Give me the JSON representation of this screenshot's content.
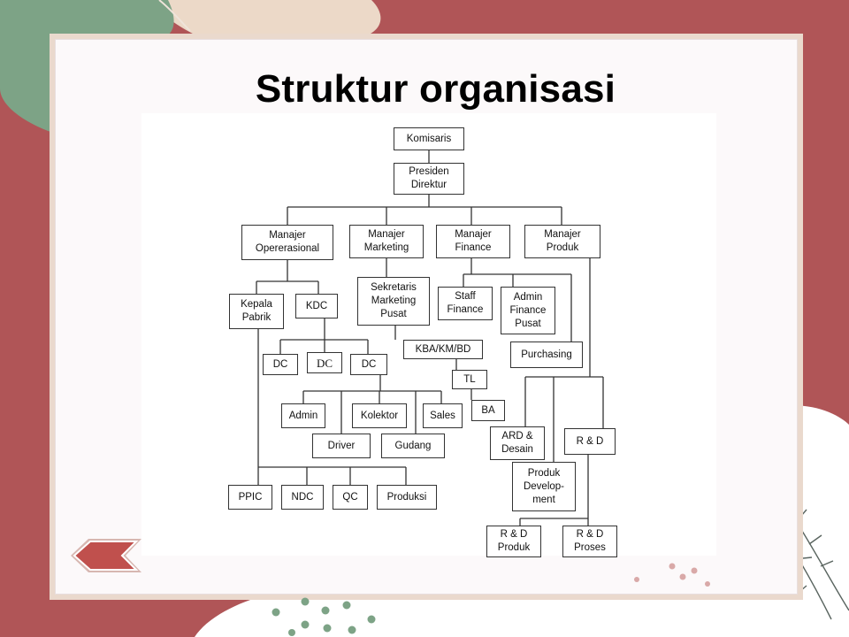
{
  "slide": {
    "title": "Struktur organisasi",
    "colors": {
      "accent_red": "#b05557",
      "accent_green": "#7da386",
      "cream": "#ecd9c8"
    }
  },
  "org_chart": {
    "komisaris": "Komisaris",
    "presiden_direktur": "Presiden\nDirektur",
    "manajer_operasional": "Manajer\nOpererasional",
    "manajer_marketing": "Manajer\nMarketing",
    "manajer_finance": "Manajer\nFinance",
    "manajer_produk": "Manajer\nProduk",
    "kepala_pabrik": "Kepala\nPabrik",
    "kdc": "KDC",
    "sekretaris_marketing": "Sekretaris\nMarketing\nPusat",
    "staff_finance": "Staff\nFinance",
    "admin_finance": "Admin\nFinance\nPusat",
    "kba": "KBA/KM/BD",
    "purchasing": "Purchasing",
    "dc1": "DC",
    "dc2": "DC",
    "dc3": "DC",
    "tl": "TL",
    "ba": "BA",
    "admin": "Admin",
    "kolektor": "Kolektor",
    "sales": "Sales",
    "driver": "Driver",
    "gudang": "Gudang",
    "ard_desain": "ARD &\nDesain",
    "rnd": "R & D",
    "produk_development": "Produk\nDevelop-\nment",
    "ppic": "PPIC",
    "ndc": "NDC",
    "qc": "QC",
    "produksi": "Produksi",
    "rnd_produk": "R & D\nProduk",
    "rnd_proses": "R & D\nProses"
  },
  "navigation": {
    "back_icon": "left-arrow-icon"
  }
}
